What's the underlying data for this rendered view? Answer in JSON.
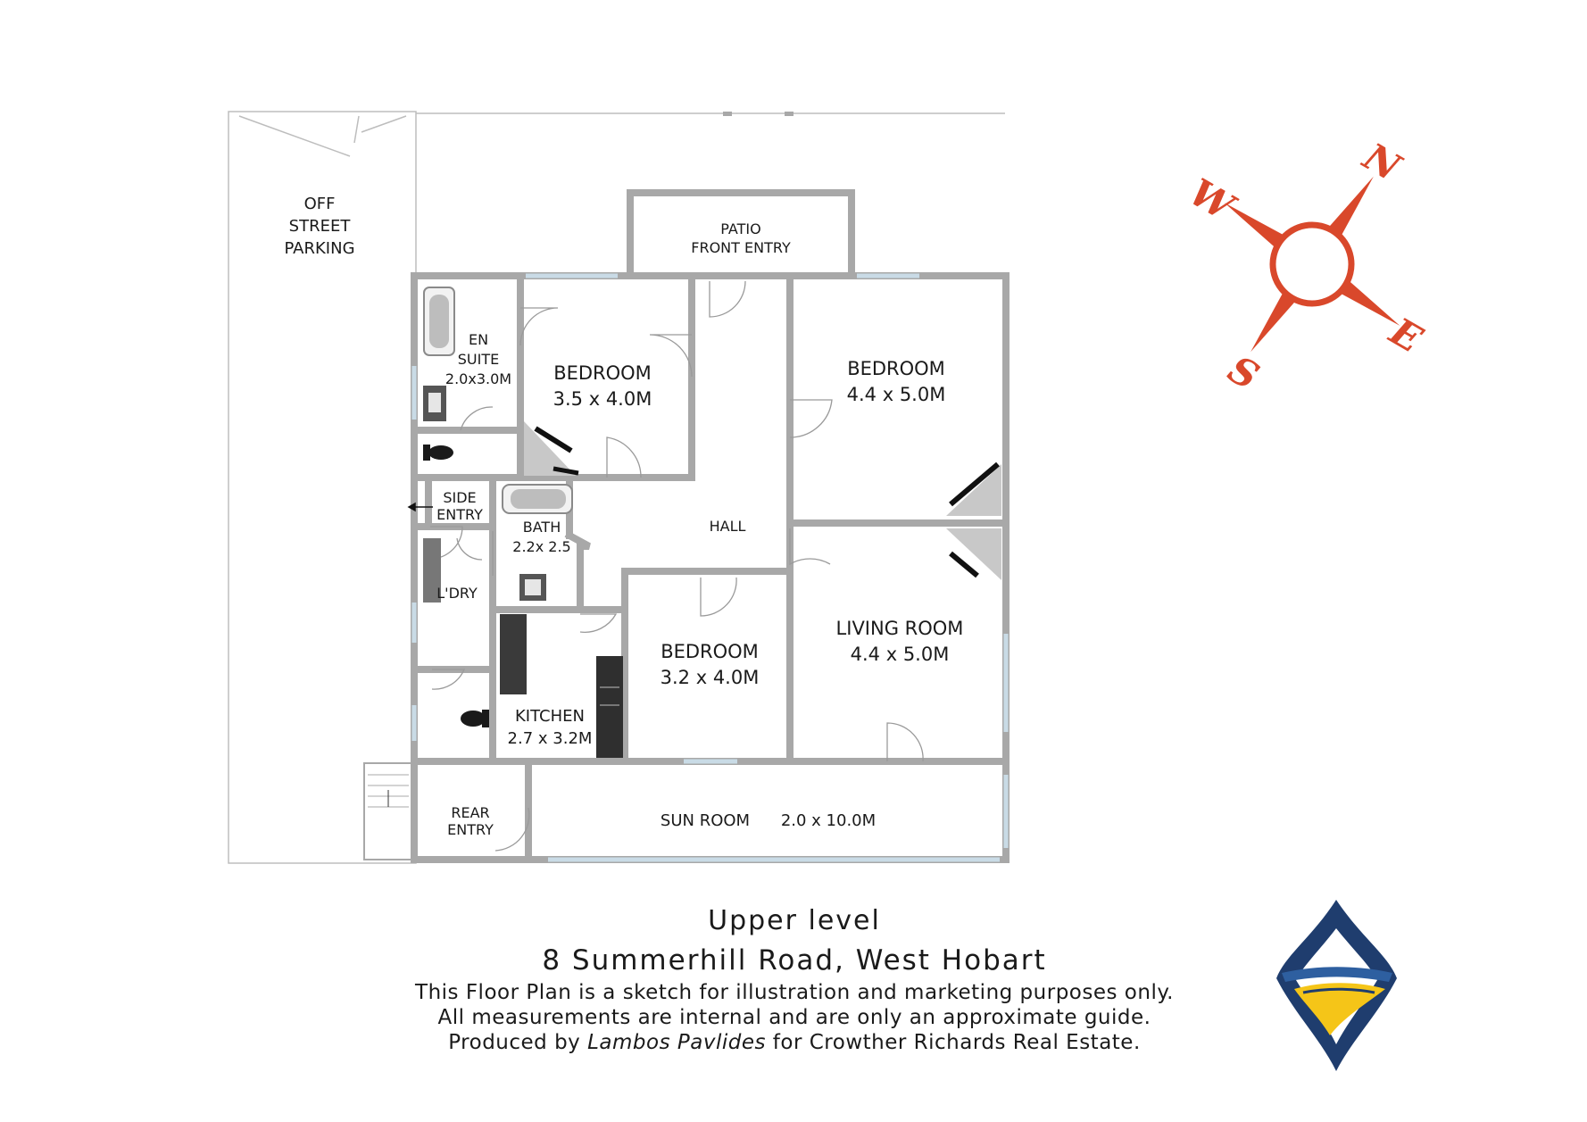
{
  "rooms": {
    "parking": [
      "OFF",
      "STREET",
      "PARKING"
    ],
    "patio": [
      "PATIO",
      "FRONT ENTRY"
    ],
    "ensuite": [
      "EN",
      "SUITE",
      "2.0x3.0M"
    ],
    "bedroom1": {
      "name": "BEDROOM",
      "size": "3.5 x 4.0M"
    },
    "bedroom2": {
      "name": "BEDROOM",
      "size": "4.4 x 5.0M"
    },
    "bedroom3": {
      "name": "BEDROOM",
      "size": "3.2 x 4.0M"
    },
    "side_entry": [
      "SIDE",
      "ENTRY"
    ],
    "bath": [
      "BATH",
      "2.2x 2.5"
    ],
    "hall": "HALL",
    "laundry": "L'DRY",
    "kitchen": {
      "name": "KITCHEN",
      "size": "2.7 x 3.2M"
    },
    "living": {
      "name": "LIVING ROOM",
      "size": "4.4 x 5.0M"
    },
    "rear_entry": [
      "REAR",
      "ENTRY"
    ],
    "sun_room": {
      "name": "SUN ROOM",
      "size": "2.0 x 10.0M"
    }
  },
  "compass": {
    "n": "N",
    "e": "E",
    "s": "S",
    "w": "W",
    "color": "#d9482b"
  },
  "footer": {
    "level": "Upper level",
    "address": "8 Summerhill Road, West Hobart",
    "disclaimer_1": "This Floor Plan is a sketch for illustration and marketing purposes only.",
    "disclaimer_2": "All measurements are internal  and are only an approximate guide.",
    "produced_prefix": "Produced by ",
    "produced_name": "Lambos Pavlides",
    "produced_suffix": " for  Crowther Richards Real Estate."
  },
  "colors": {
    "wall": "#a8a8a8",
    "compass": "#d9482b",
    "logo_navy": "#1f3d6e",
    "logo_yellow": "#f5c518"
  }
}
